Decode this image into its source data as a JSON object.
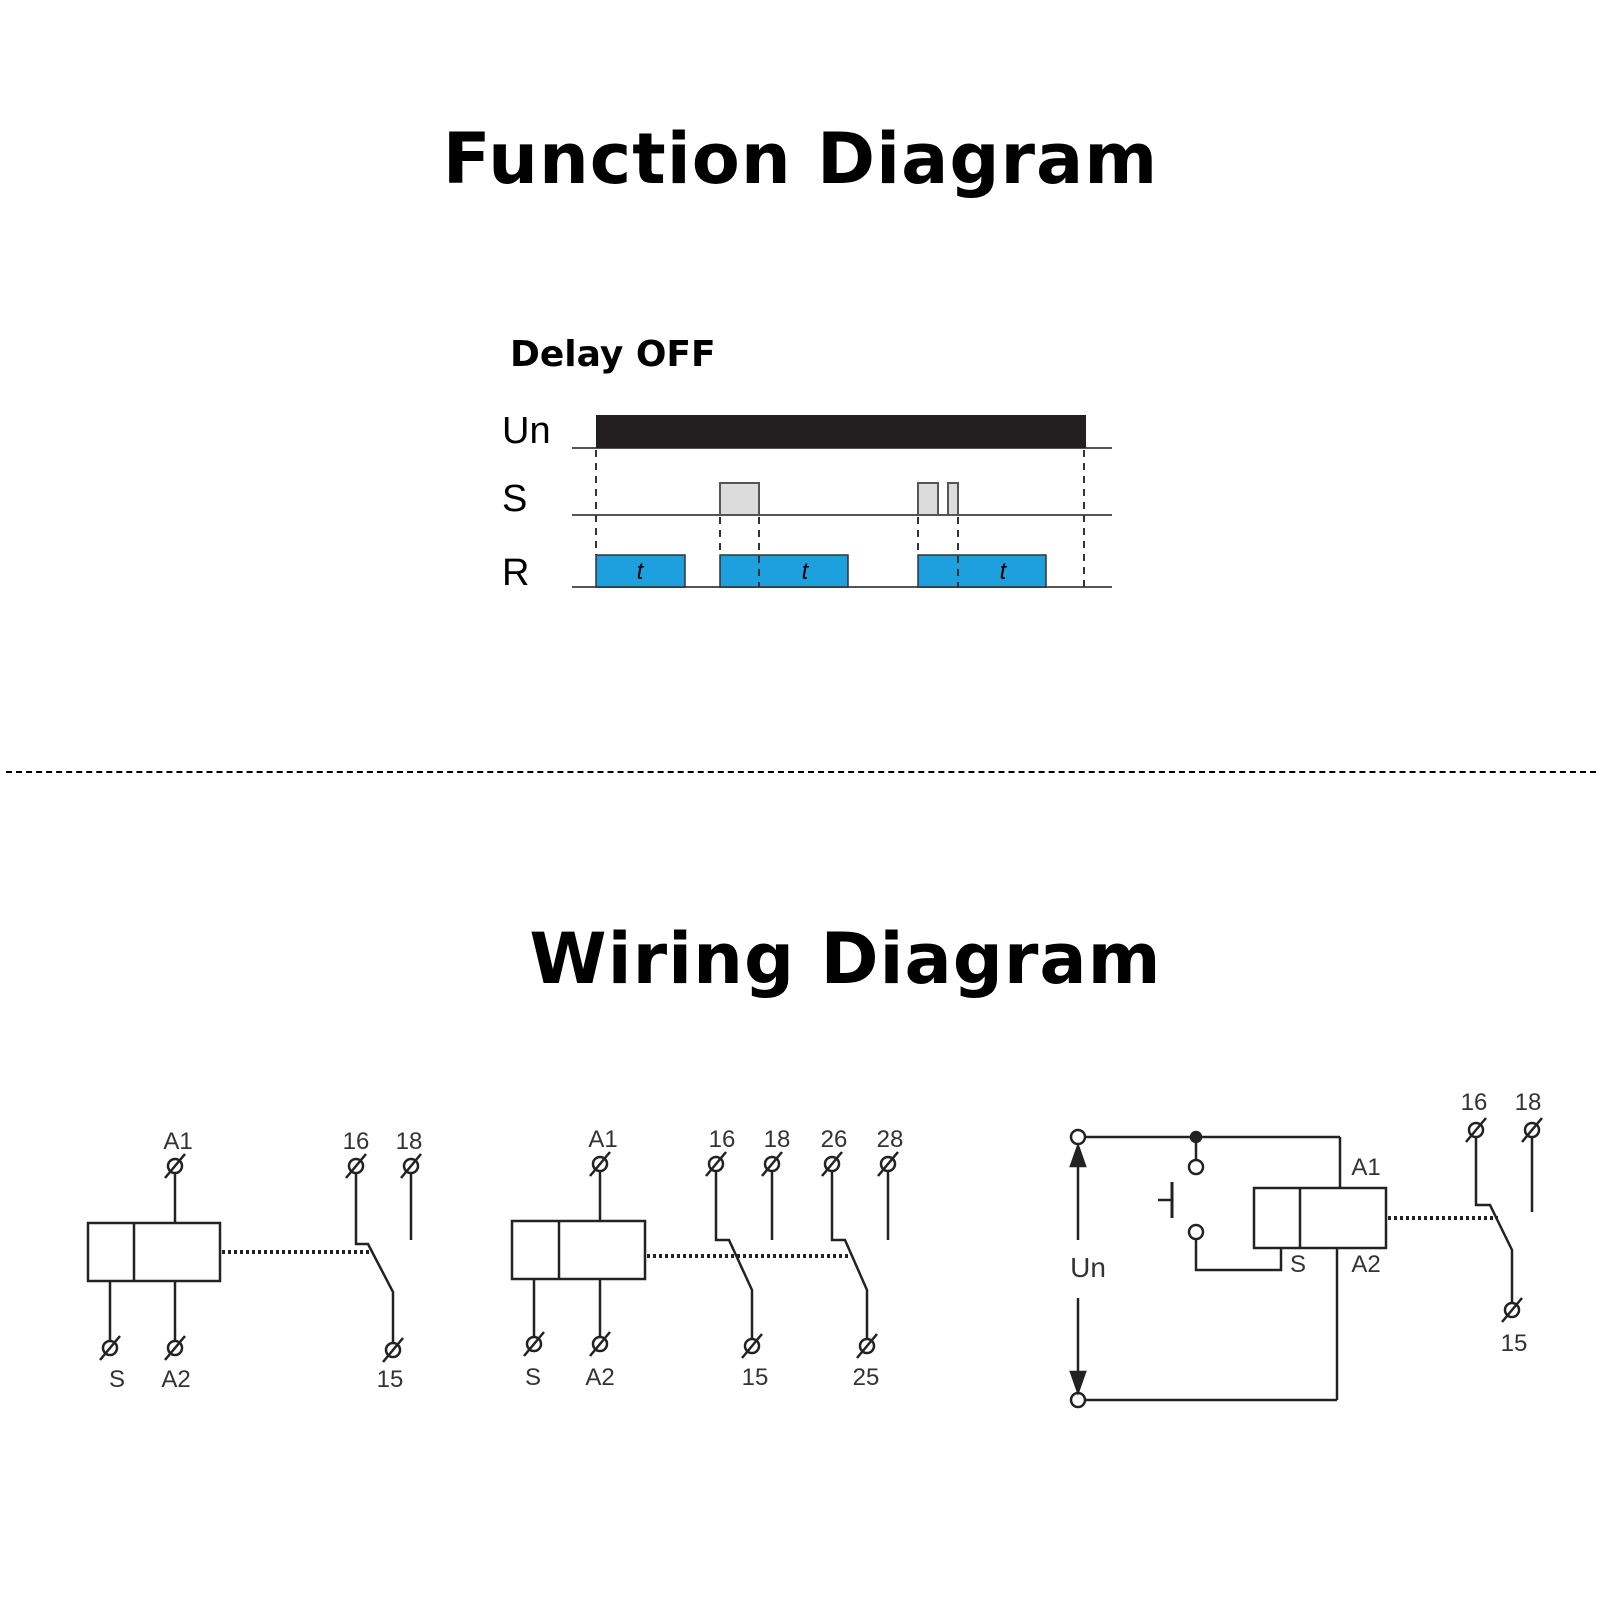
{
  "function_section": {
    "title": "Function Diagram",
    "mode": "Delay OFF",
    "rows": [
      {
        "label": "Un"
      },
      {
        "label": "S"
      },
      {
        "label": "R",
        "timer_label": "t"
      }
    ],
    "colors": {
      "supply": "#231f20",
      "signal": "#dcdcdc",
      "relay": "#1ea0de"
    }
  },
  "wiring_section": {
    "title": "Wiring Diagram",
    "diagram1": {
      "top": [
        "A1",
        "16",
        "18"
      ],
      "bottom": [
        "S",
        "A2",
        "15"
      ]
    },
    "diagram2": {
      "top": [
        "A1",
        "16",
        "18",
        "26",
        "28"
      ],
      "bottom": [
        "S",
        "A2",
        "15",
        "25"
      ]
    },
    "diagram3": {
      "terminals": [
        "A1",
        "S",
        "A2",
        "16",
        "18",
        "15"
      ],
      "supply": "Un"
    }
  }
}
